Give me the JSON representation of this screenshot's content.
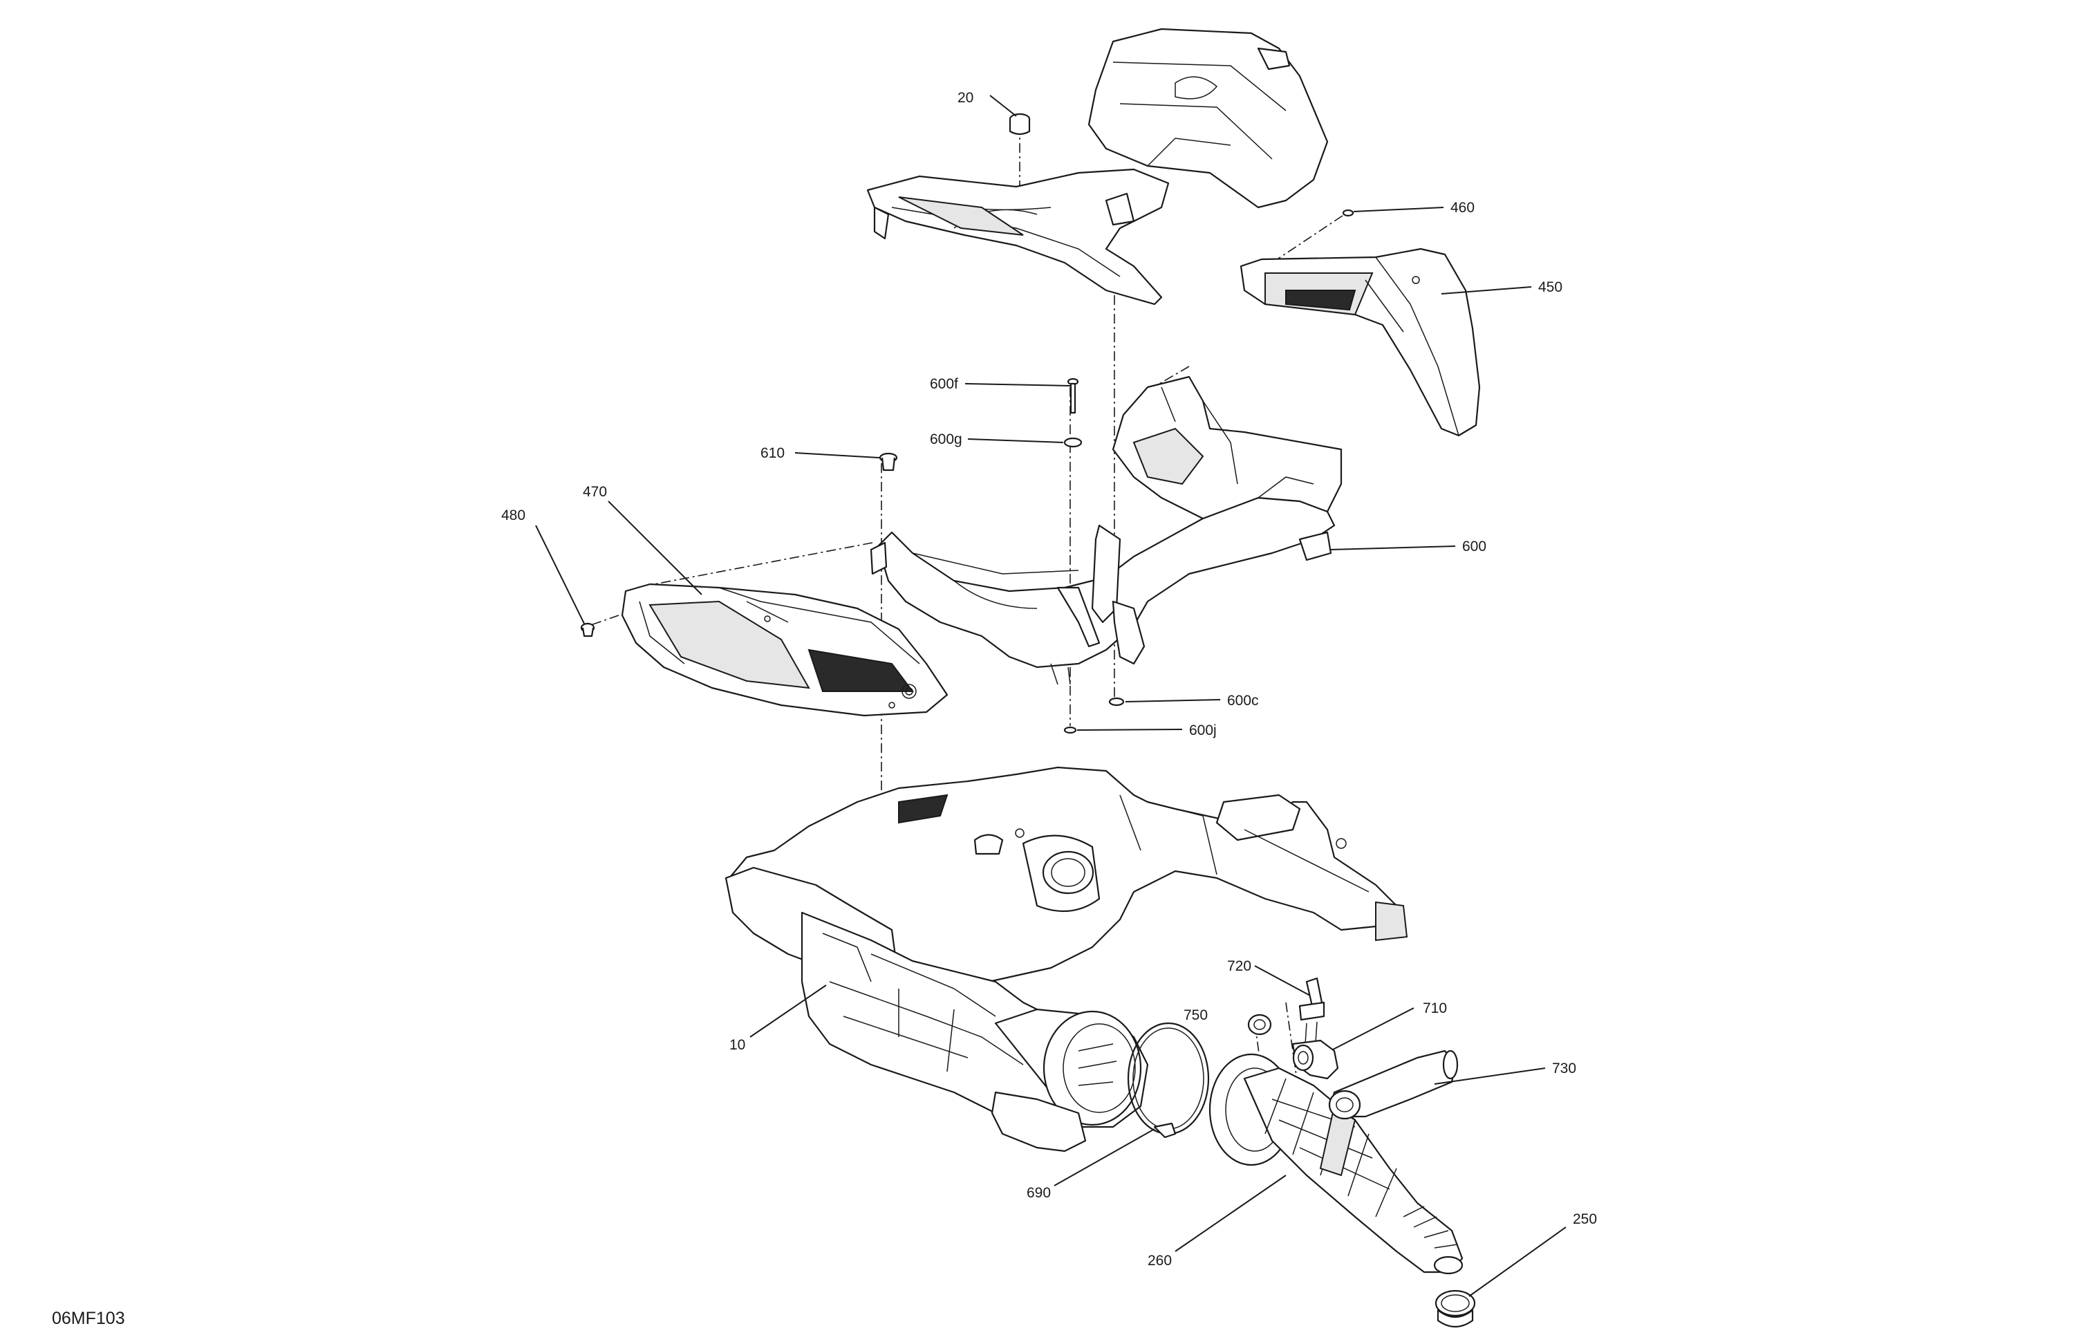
{
  "figure_ref": "06MF103",
  "callouts": {
    "c20": "20",
    "c460": "460",
    "c450": "450",
    "c600f": "600f",
    "c600g": "600g",
    "c610": "610",
    "c470": "470",
    "c480": "480",
    "c600": "600",
    "c600c": "600c",
    "c600j": "600j",
    "c10": "10",
    "c720": "720",
    "c750": "750",
    "c710": "710",
    "c730": "730",
    "c690": "690",
    "c260": "260",
    "c250": "250"
  },
  "colors": {
    "line": "#1a1a1a",
    "background": "#ffffff",
    "shade": "#e6e6e6"
  }
}
